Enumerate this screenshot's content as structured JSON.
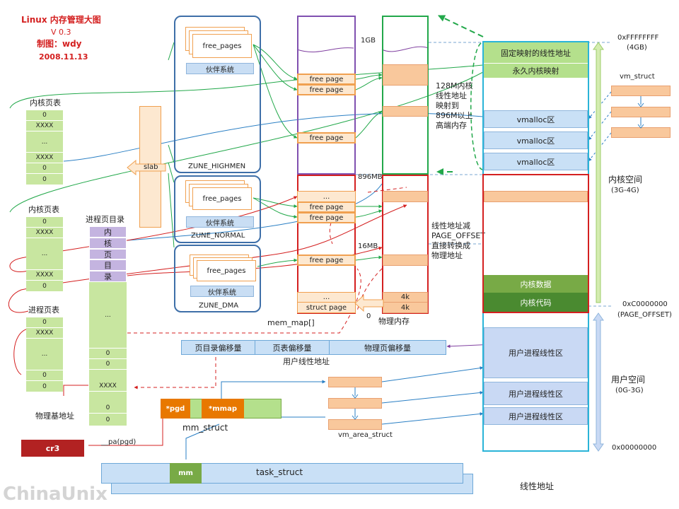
{
  "title": {
    "line1": "Linux 内存管理大图",
    "version": "V 0.3",
    "author": "制图：wdy",
    "date": "2008.11.13"
  },
  "zones": {
    "highmem": {
      "name": "ZUNE_HIGHMEN",
      "free_pages": "free_pages",
      "buddy": "伙伴系统"
    },
    "normal": {
      "name": "ZUNE_NORMAL",
      "free_pages": "free_pages",
      "buddy": "伙伴系统"
    },
    "dma": {
      "name": "ZUNE_DMA",
      "free_pages": "free_pages",
      "buddy": "伙伴系统"
    },
    "slab": "slab"
  },
  "mem_map": {
    "label": "mem_map[]",
    "free_page": "free page",
    "ellipsis": "...",
    "struct_page": "struct page"
  },
  "physical": {
    "label": "物理内存",
    "gb1": "1GB",
    "mb896": "896MB",
    "mb16": "16MB",
    "zero": "0",
    "k4": "4k"
  },
  "notes": {
    "highmem_map": [
      "128M内核",
      "线性地址",
      "映射到",
      "896M以上",
      "高端内存"
    ],
    "offset": [
      "线性地址减",
      "PAGE_OFFSET",
      "直接转换成",
      "物理地址"
    ]
  },
  "linear": {
    "label": "线性地址",
    "fixed_map": "固定映射的线性地址",
    "kmap": "永久内核映射",
    "vmalloc": "vmalloc区",
    "kernel_data": "内核数据",
    "kernel_code": "内核代码",
    "user_region": "用户进程线性区",
    "top_addr": "0xFFFFFFFF",
    "top_size": "(4GB)",
    "mid_addr": "0xC0000000",
    "mid_name": "(PAGE_OFFSET)",
    "bottom_addr": "0x00000000",
    "kernel_space": "内核空间",
    "kernel_range": "(3G-4G)",
    "user_space": "用户空间",
    "user_range": "(0G-3G)",
    "vm_struct": "vm_struct"
  },
  "tables": {
    "kernel_pt1": {
      "title": "内核页表",
      "cells": [
        "0",
        "XXXX",
        "...",
        "XXXX",
        "0",
        "0"
      ]
    },
    "kernel_pt2": {
      "title": "内核页表",
      "cells": [
        "0",
        "XXXX",
        "...",
        "XXXX",
        "0"
      ]
    },
    "process_pt": {
      "title": "进程页表",
      "cells": [
        "0",
        "XXXX",
        "...",
        "0",
        "0"
      ]
    },
    "process_pgd": {
      "title": "进程页目录",
      "chars": [
        "内",
        "核",
        "页",
        "目",
        "录"
      ],
      "cells": [
        "...",
        "0",
        "0",
        "XXXX",
        "0",
        "0"
      ]
    }
  },
  "address": {
    "pgd_offset": "页目录偏移量",
    "pt_offset": "页表偏移量",
    "page_offset": "物理页偏移量",
    "label": "用户线性地址"
  },
  "structs": {
    "pgd": "*pgd",
    "mmap": "*mmap",
    "mm_struct": "mm_struct",
    "vm_area_struct": "vm_area_struct",
    "mm": "mm",
    "task_struct": "task_struct",
    "cr3": "cr3",
    "pa": "__pa(pgd)",
    "phys_base": "物理基地址"
  },
  "watermark": "ChinaUnix"
}
